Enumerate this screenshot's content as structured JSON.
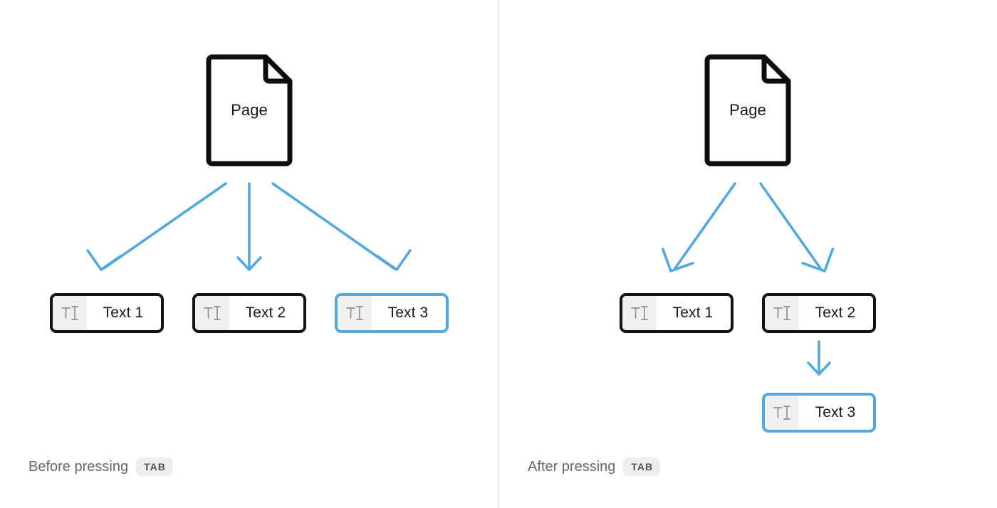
{
  "theme": {
    "background": "#ffffff",
    "divider_color": "#e2e3e5",
    "arrow_color": "#54a8dc",
    "node_border": "#111315",
    "selected_border": "#54a8dc",
    "icon_cell_bg": "#f0f0f0",
    "icon_glyph_color": "#8d9096",
    "text_color": "#16181c",
    "caption_color": "#646873",
    "badge_bg": "#eeeeef",
    "badge_text": "#4d5159"
  },
  "diagram": {
    "type": "flow-diagram",
    "description": "Focus order of text fields on a page before and after pressing TAB"
  },
  "left_panel": {
    "root": {
      "label": "Page",
      "icon": "page-document-icon"
    },
    "fields": [
      {
        "label": "Text 1",
        "icon": "text-input-icon",
        "selected": false
      },
      {
        "label": "Text 2",
        "icon": "text-input-icon",
        "selected": false
      },
      {
        "label": "Text 3",
        "icon": "text-input-icon",
        "selected": true
      }
    ],
    "edges": [
      {
        "from": "Page",
        "to": "Text 1"
      },
      {
        "from": "Page",
        "to": "Text 2"
      },
      {
        "from": "Page",
        "to": "Text 3"
      }
    ],
    "caption": {
      "text": "Before pressing",
      "key": "TAB"
    }
  },
  "right_panel": {
    "root": {
      "label": "Page",
      "icon": "page-document-icon"
    },
    "fields": [
      {
        "label": "Text 1",
        "icon": "text-input-icon",
        "selected": false
      },
      {
        "label": "Text 2",
        "icon": "text-input-icon",
        "selected": false
      },
      {
        "label": "Text 3",
        "icon": "text-input-icon",
        "selected": true
      }
    ],
    "edges": [
      {
        "from": "Page",
        "to": "Text 1"
      },
      {
        "from": "Page",
        "to": "Text 2"
      },
      {
        "from": "Text 2",
        "to": "Text 3"
      }
    ],
    "caption": {
      "text": "After pressing",
      "key": "TAB"
    }
  }
}
